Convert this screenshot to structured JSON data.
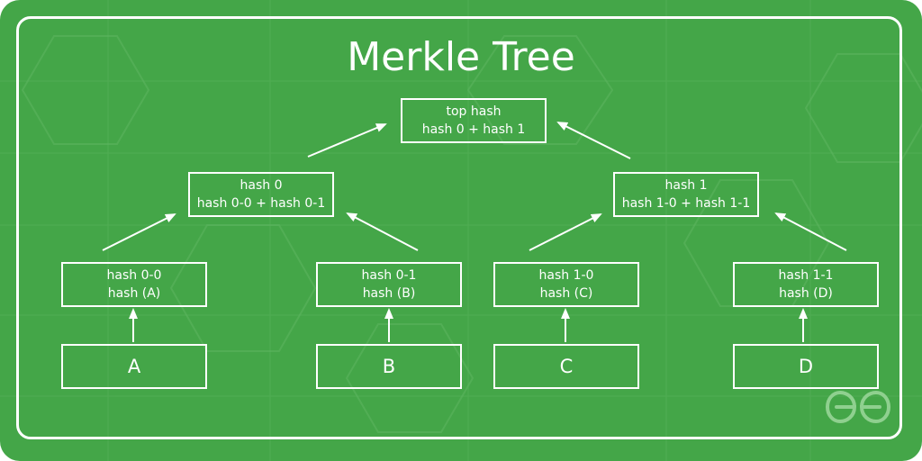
{
  "title": "Merkle Tree",
  "nodes": {
    "top": {
      "line1": "top hash",
      "line2": "hash 0 + hash 1"
    },
    "h0": {
      "line1": "hash 0",
      "line2": "hash 0-0 + hash 0-1"
    },
    "h1": {
      "line1": "hash 1",
      "line2": "hash 1-0 + hash 1-1"
    },
    "h00": {
      "line1": "hash 0-0",
      "line2": "hash (A)"
    },
    "h01": {
      "line1": "hash 0-1",
      "line2": "hash (B)"
    },
    "h10": {
      "line1": "hash 1-0",
      "line2": "hash (C)"
    },
    "h11": {
      "line1": "hash 1-1",
      "line2": "hash (D)"
    }
  },
  "leaves": {
    "a": "A",
    "b": "B",
    "c": "C",
    "d": "D"
  },
  "colors": {
    "background": "#44a648",
    "foreground": "#ffffff",
    "pattern": "#5ab35d"
  },
  "logo_icon": "gfg-logo-icon"
}
